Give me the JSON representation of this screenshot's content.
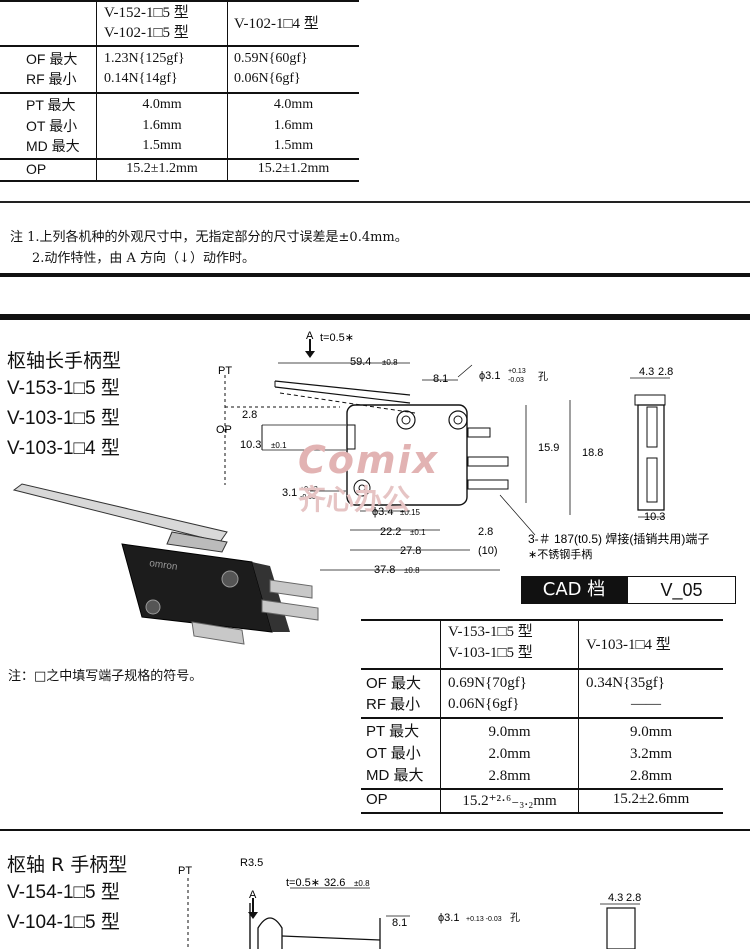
{
  "table1": {
    "col1": [
      "V-152-1□5 型",
      "V-102-1□5 型"
    ],
    "col2": "V-102-1□4 型",
    "rows": [
      {
        "label": "OF 最大",
        "v1": "1.23N{125gf}",
        "v2": "0.59N{60gf}"
      },
      {
        "label": "RF 最小",
        "v1": "0.14N{14gf}",
        "v2": "0.06N{6gf}"
      },
      {
        "label": "PT 最大",
        "v1": "4.0mm",
        "v2": "4.0mm"
      },
      {
        "label": "OT 最小",
        "v1": "1.6mm",
        "v2": "1.6mm"
      },
      {
        "label": "MD 最大",
        "v1": "1.5mm",
        "v2": "1.5mm"
      },
      {
        "label": "OP",
        "v1": "15.2±1.2mm",
        "v2": "15.2±1.2mm"
      }
    ]
  },
  "notes": {
    "line1": "注 1.上列各机种的外观尺寸中，无指定部分的尺寸误差是±0.4mm。",
    "line2": "2.动作特性，由 A 方向（↓）动作时。"
  },
  "section2": {
    "title": "枢轴长手柄型",
    "models": [
      "V-153-1□5 型",
      "V-103-1□5 型",
      "V-103-1□4 型"
    ],
    "watermark_brand": "Comix",
    "watermark_cn": "齐心办公",
    "product_brand": "omron",
    "note": "注：□之中填写端子规格的符号。",
    "cad_label": "CAD 档",
    "cad_value": "V_05",
    "dims": {
      "t": "t=0.5∗",
      "a": "A",
      "pt": "PT",
      "op": "OP",
      "len": "59.4",
      "len_tol": "±0.8",
      "d81": "8.1",
      "hole": "ϕ3.1",
      "hole_tol_up": "+0.13",
      "hole_tol_dn": "-0.03",
      "hole_suffix": "孔",
      "d28": "2.8",
      "d103": "10.3",
      "d103_tol": "±0.1",
      "d31": "3.1",
      "d31_up": "+0.13",
      "d31_dn": "-0.03",
      "d34": "ϕ3.4",
      "d34_tol": "±0.15",
      "d222": "22.2",
      "d222_tol": "±0.1",
      "d28b": "2.8",
      "d278": "27.8",
      "d10": "(10)",
      "d378": "37.8",
      "d378_tol": "±0.8",
      "d159": "15.9",
      "d188": "18.8",
      "s43": "4.3",
      "s28": "2.8",
      "s103": "10.3",
      "terminal": "3-＃ 187(t0.5) 焊接(插销共用)端子",
      "stainless": "∗不锈钢手柄"
    },
    "table2": {
      "col1": [
        "V-153-1□5 型",
        "V-103-1□5 型"
      ],
      "col2": "V-103-1□4 型",
      "rows": [
        {
          "label": "OF 最大",
          "v1": "0.69N{70gf}",
          "v2": "0.34N{35gf}"
        },
        {
          "label": "RF 最小",
          "v1": "0.06N{6gf}",
          "v2": "——"
        },
        {
          "label": "PT 最大",
          "v1": "9.0mm",
          "v2": "9.0mm"
        },
        {
          "label": "OT 最小",
          "v1": "2.0mm",
          "v2": "3.2mm"
        },
        {
          "label": "MD 最大",
          "v1": "2.8mm",
          "v2": "2.8mm"
        },
        {
          "label": "OP",
          "v1": "15.2⁺²·⁶₋₃.₂mm",
          "v2": "15.2±2.6mm"
        }
      ]
    }
  },
  "section3": {
    "title": "枢轴 R 手柄型",
    "models": [
      "V-154-1□5 型",
      "V-104-1□5 型"
    ],
    "dims": {
      "r": "R3.5",
      "a": "A",
      "t": "t=0.5∗",
      "pt": "PT",
      "len": "32.6",
      "len_tol": "±0.8",
      "d81": "8.1",
      "hole": "ϕ3.1",
      "hole_tol": "+0.13 -0.03",
      "hole_suffix": "孔",
      "s43": "4.3",
      "s28": "2.8"
    }
  },
  "colors": {
    "ink": "#111111",
    "watermark": "#d8a7a7",
    "cad_bg": "#111111"
  }
}
